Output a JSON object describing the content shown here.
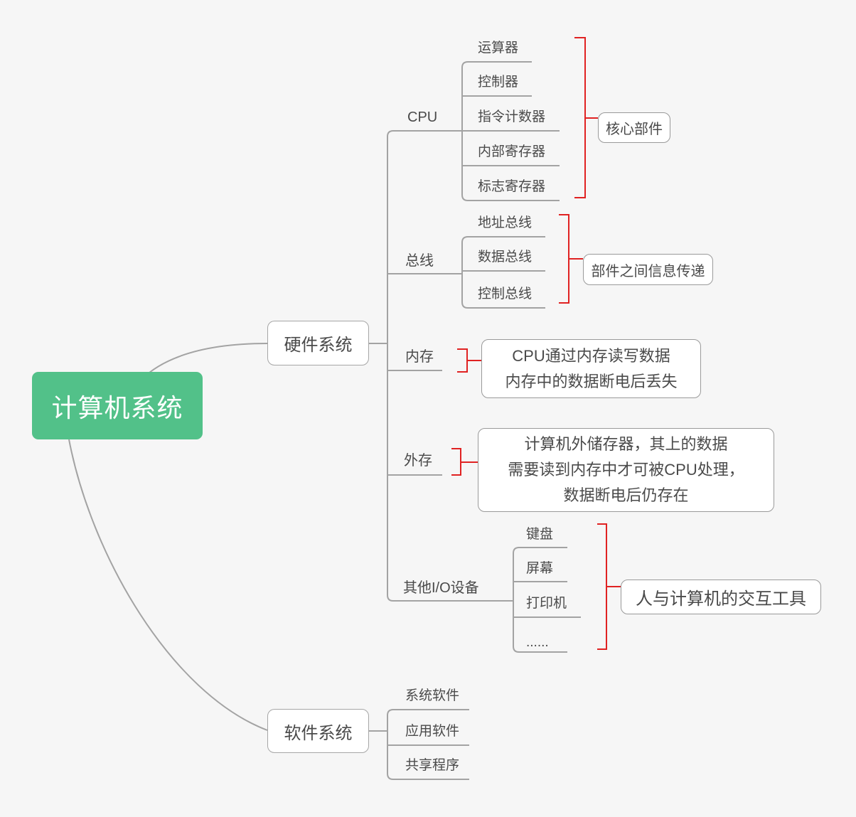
{
  "colors": {
    "root_green": "#52c189",
    "line_gray": "#a3a3a3",
    "bracket_red": "#e02222",
    "text_gray": "#4a4a4a",
    "background": "#f6f6f6",
    "box_border_gray": "#9a9a9a"
  },
  "root": {
    "label": "计算机系统"
  },
  "hardware": {
    "label": "硬件系统",
    "cpu": {
      "label": "CPU",
      "children": [
        "运算器",
        "控制器",
        "指令计数器",
        "内部寄存器",
        "标志寄存器"
      ],
      "summary": "核心部件"
    },
    "bus": {
      "label": "总线",
      "children": [
        "地址总线",
        "数据总线",
        "控制总线"
      ],
      "summary": "部件之间信息传递"
    },
    "memory": {
      "label": "内存",
      "summary_lines": [
        "CPU通过内存读写数据",
        "内存中的数据断电后丢失"
      ]
    },
    "external": {
      "label": "外存",
      "summary_lines": [
        "计算机外储存器，其上的数据",
        "需要读到内存中才可被CPU处理，",
        "数据断电后仍存在"
      ]
    },
    "io": {
      "label": "其他I/O设备",
      "children": [
        "键盘",
        "屏幕",
        "打印机",
        "......"
      ],
      "summary": "人与计算机的交互工具"
    }
  },
  "software": {
    "label": "软件系统",
    "children": [
      "系统软件",
      "应用软件",
      "共享程序"
    ]
  }
}
